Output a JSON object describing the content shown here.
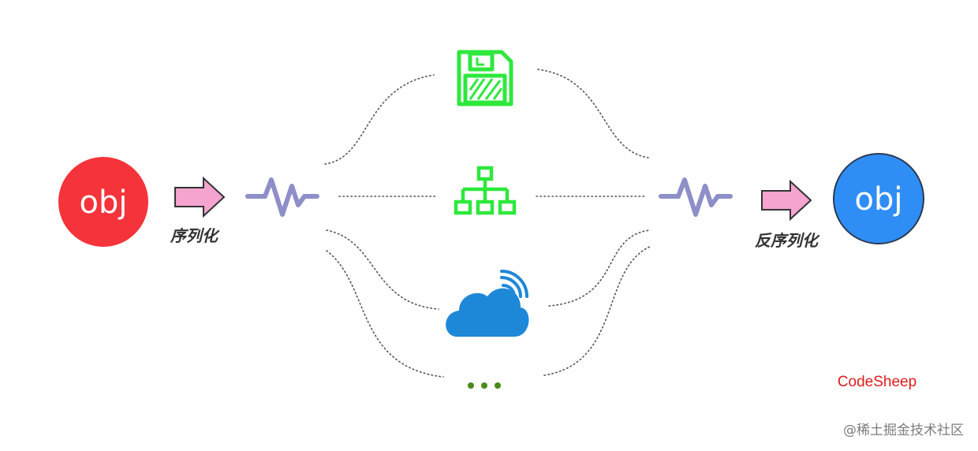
{
  "source": {
    "label": "obj",
    "color": "#f5333a",
    "action_label": "序列化"
  },
  "target": {
    "label": "obj",
    "color": "#2f8ef5",
    "border_color": "#2a3a55",
    "action_label": "反序列化"
  },
  "colors": {
    "arrow_fill": "#f5a3cf",
    "arrow_stroke": "#333333",
    "wave": "#8e8fc9",
    "green_icon": "#2ee83c",
    "cloud": "#1e88d8",
    "ellipsis": "#4a8a1a",
    "dotted": "#555555"
  },
  "media": [
    {
      "name": "disk",
      "icon": "floppy-disk-icon"
    },
    {
      "name": "network",
      "icon": "network-tree-icon"
    },
    {
      "name": "cloud",
      "icon": "cloud-wireless-icon"
    },
    {
      "name": "more",
      "icon": "ellipsis-icon"
    }
  ],
  "brand": "CodeSheep",
  "watermark": "@稀土掘金技术社区"
}
